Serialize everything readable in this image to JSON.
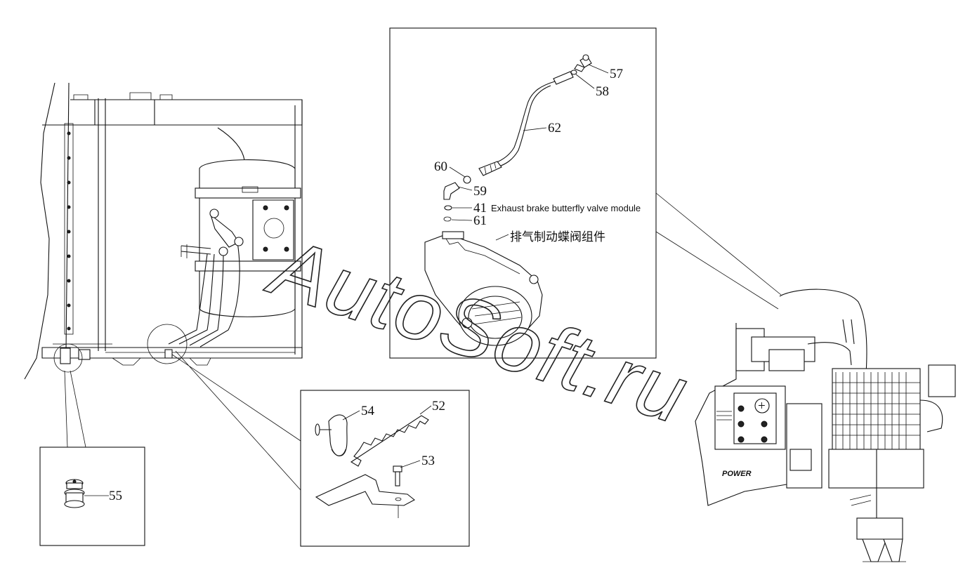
{
  "watermark": "AutoSoft.ru",
  "callouts": {
    "c57": "57",
    "c58": "58",
    "c62": "62",
    "c60": "60",
    "c59": "59",
    "c41": "41",
    "c61": "61",
    "c54": "54",
    "c52": "52",
    "c53": "53",
    "c55": "55"
  },
  "captions": {
    "module_en": "Exhaust brake butterfly valve module",
    "module_cn": "排气制动蝶阀组件"
  },
  "engine": {
    "brand_label": "POWER"
  }
}
